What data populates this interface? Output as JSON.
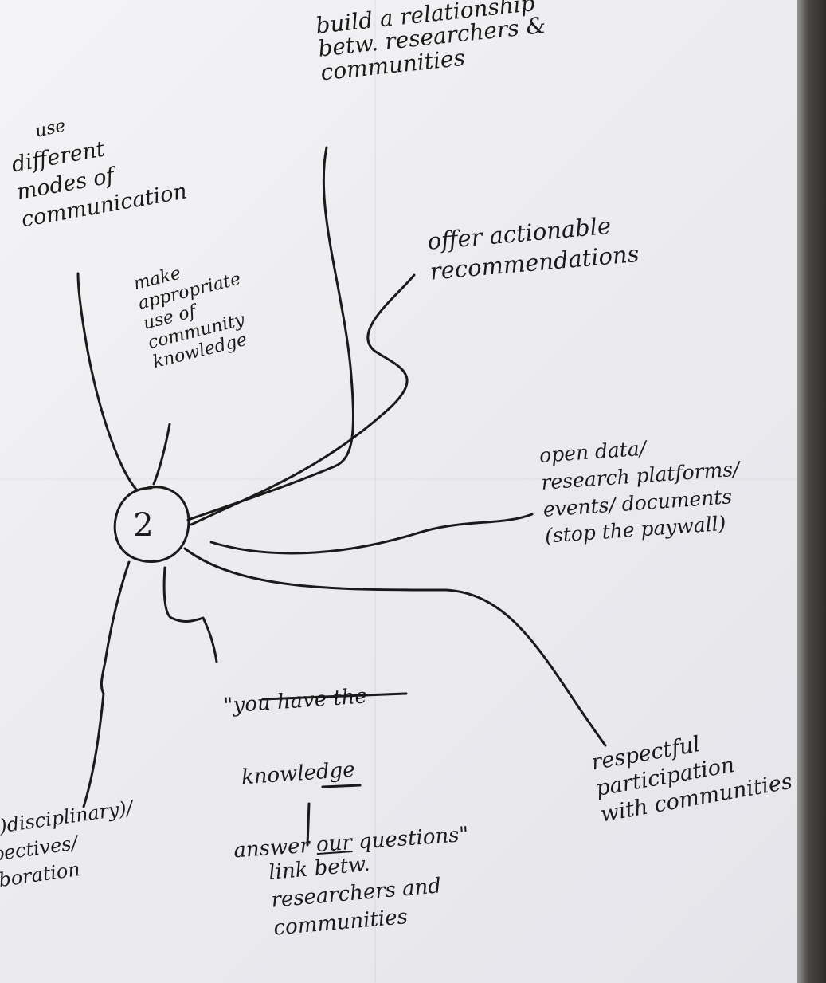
{
  "center": {
    "label": "2"
  },
  "notes": {
    "build_relationship": "build a relationship\nbetw. researchers &\ncommunities",
    "modes": {
      "small": "use",
      "main": "different\nmodes of\ncommunication"
    },
    "make_use": "make\nappropriate\nuse of\ncommunity\nknowledge",
    "actionable": "offer actionable\nrecommendations",
    "open_data": "open data/\nresearch platforms/\nevents/ documents\n(stop the paywall)",
    "quote": {
      "line1": "\"you have the",
      "line2": "knowledge",
      "line3a": "answer ",
      "line3b": "our",
      "line3c": " questions\""
    },
    "link": "link betw.\nresearchers and\ncommunities",
    "respectful": "respectful\nparticipation\nwith communities",
    "cut_off": "(inter)disciplinary)/\nperspectives/\ncollaboration"
  },
  "colors": {
    "ink": "#1a1a1a",
    "paper": "#eeeef2"
  }
}
